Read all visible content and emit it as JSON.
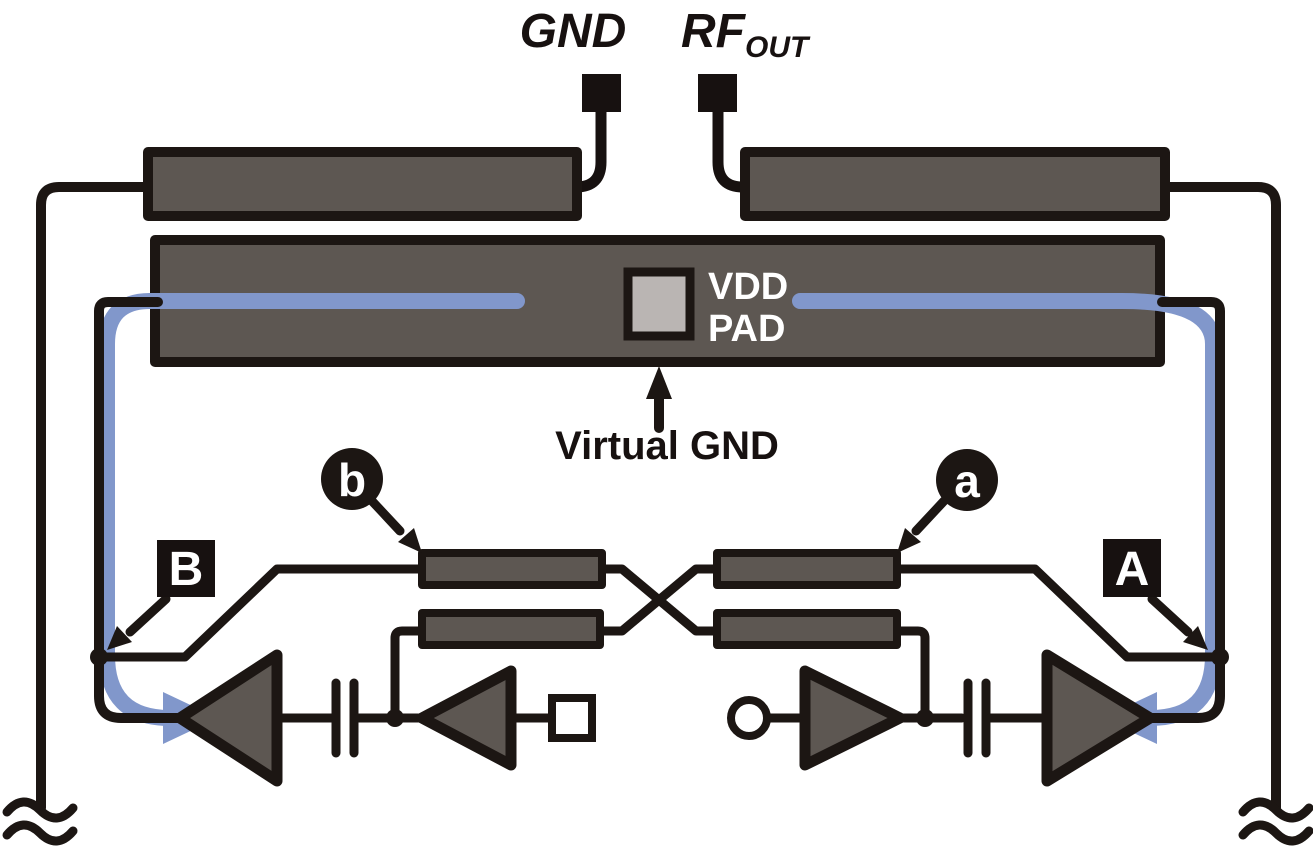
{
  "labels": {
    "gnd": "GND",
    "rf_main": "RF",
    "rf_sub": "OUT",
    "vdd_line1": "VDD",
    "vdd_line2": "PAD",
    "virtual_gnd": "Virtual GND",
    "badge_b": "b",
    "badge_a": "a",
    "badge_B_cap": "B",
    "badge_A_cap": "A"
  },
  "colors": {
    "background": "#ffffff",
    "wire_black": "#1c1613",
    "metal_gray": "#5d5752",
    "pad_dark": "#171110",
    "vdd_pad_gray": "#bab5b3",
    "current_blue": "#8197cb",
    "text_white": "#ffffff",
    "text_black": "#171110"
  }
}
